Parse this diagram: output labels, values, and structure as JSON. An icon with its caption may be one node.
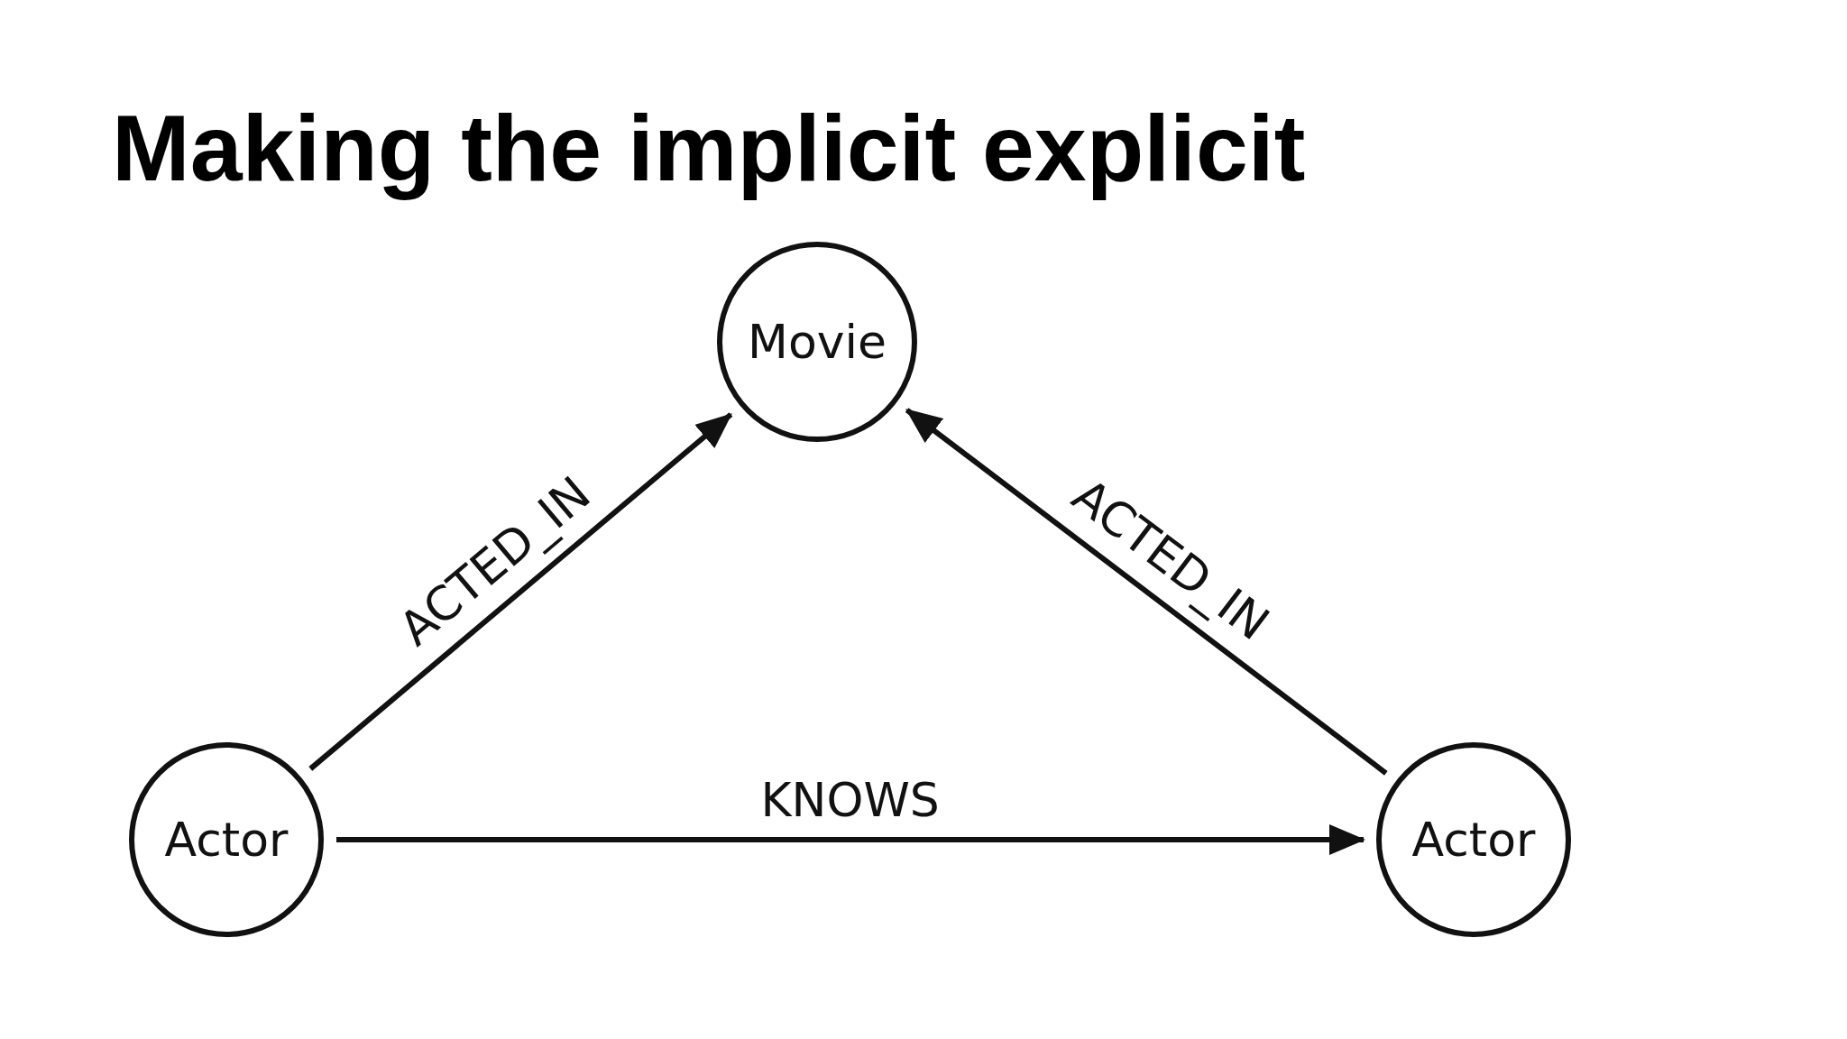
{
  "diagram": {
    "title": "Making the implicit explicit",
    "nodes": [
      {
        "text": [
          "Movie"
        ]
      },
      {
        "text": [
          "Actor"
        ]
      },
      {
        "text": [
          "Actor"
        ]
      }
    ],
    "edges": [
      {
        "from": 1,
        "to": 0,
        "arrow": "to",
        "label": "ACTED_IN"
      },
      {
        "from": 2,
        "to": 0,
        "arrow": "to",
        "label": "ACTED_IN"
      },
      {
        "from": 1,
        "to": 2,
        "arrow": "to",
        "label": "KNOWS"
      }
    ]
  }
}
